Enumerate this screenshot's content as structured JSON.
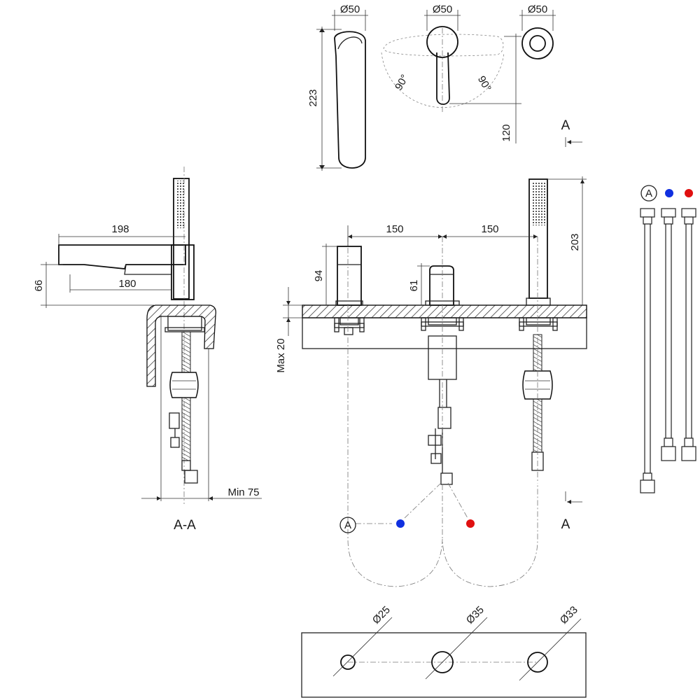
{
  "top_view": {
    "dia_spout": "Ø50",
    "dia_mixer": "Ø50",
    "dia_shower": "Ø50",
    "height_spout": "223",
    "angle_left": "90°",
    "angle_right": "90°",
    "depth_handle": "120",
    "section_marker_top": "A"
  },
  "section_view": {
    "spout_reach": "198",
    "spout_outlet": "180",
    "spout_height": "66",
    "min_clearance": "Min 75",
    "title": "A-A"
  },
  "front_view": {
    "spacing_left": "150",
    "spacing_right": "150",
    "spout_body_height": "94",
    "mixer_body_height": "61",
    "shower_height": "203",
    "deck_thickness": "Max 20",
    "section_marker_bottom": "A",
    "connection_label": "A"
  },
  "hoses_legend": {
    "label": "A",
    "cold_color": "#1030e0",
    "hot_color": "#e01010"
  },
  "hole_template": {
    "hole_left": "Ø25",
    "hole_mid": "Ø35",
    "hole_right": "Ø33"
  },
  "colors": {
    "cold": "#1030e0",
    "hot": "#e01010",
    "line": "#111111"
  }
}
